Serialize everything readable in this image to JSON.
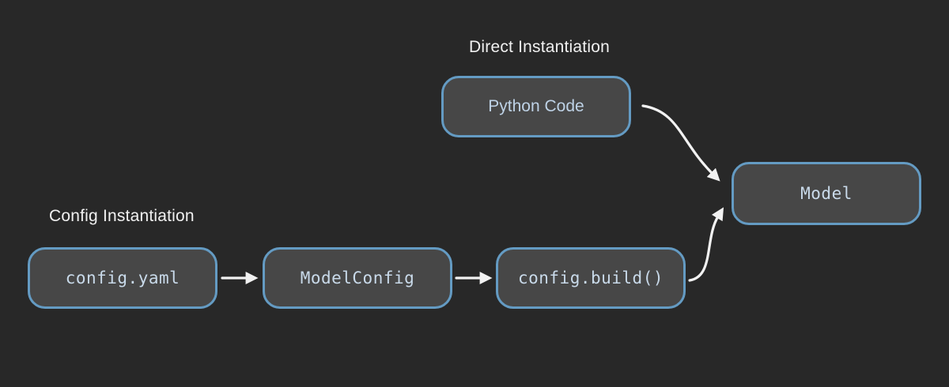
{
  "diagram": {
    "sections": {
      "direct": {
        "label": "Direct Instantiation"
      },
      "config": {
        "label": "Config Instantiation"
      }
    },
    "nodes": [
      {
        "id": "python-code",
        "label": "Python Code",
        "text_style": "sans"
      },
      {
        "id": "config-yaml",
        "label": "config.yaml",
        "text_style": "mono"
      },
      {
        "id": "model-config",
        "label": "ModelConfig",
        "text_style": "mono"
      },
      {
        "id": "config-build",
        "label": "config.build()",
        "text_style": "mono"
      },
      {
        "id": "model",
        "label": "Model",
        "text_style": "mono"
      }
    ],
    "edges": [
      {
        "from": "config-yaml",
        "to": "model-config",
        "shape": "straight"
      },
      {
        "from": "model-config",
        "to": "config-build",
        "shape": "straight"
      },
      {
        "from": "python-code",
        "to": "model",
        "shape": "curve-down"
      },
      {
        "from": "config-build",
        "to": "model",
        "shape": "curve-up"
      }
    ],
    "colors": {
      "background": "#282828",
      "node_fill": "#474747",
      "node_border": "#649bc3",
      "node_text_mono": "#c9daea",
      "node_text_sans": "#bed2e6",
      "section_label_text": "#f0f0f0",
      "arrow": "#f2f2f2"
    }
  }
}
